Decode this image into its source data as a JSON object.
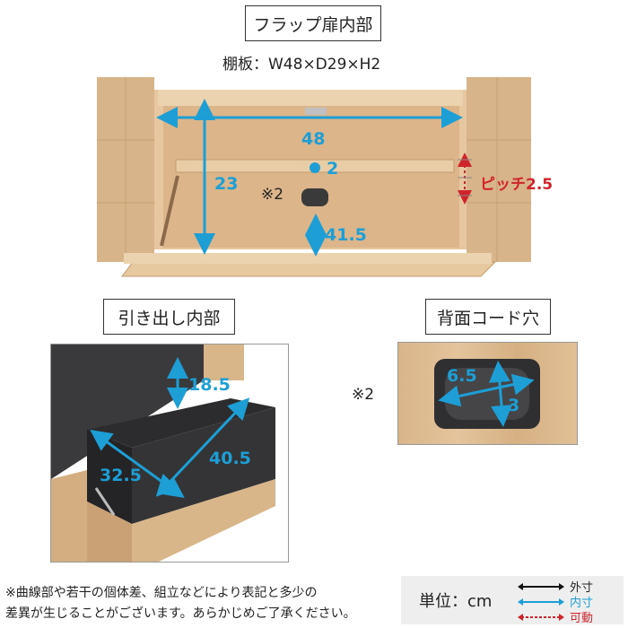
{
  "flap": {
    "title": "フラップ扉内部",
    "shelf_spec": "棚板：W48×D29×H2",
    "dim_width": "48",
    "dim_shelf_thickness": "2",
    "dim_height": "23",
    "note_mark": "※2",
    "dim_bottom": "41.5",
    "pitch_label": "ピッチ2.5"
  },
  "drawer": {
    "title": "引き出し内部",
    "dim_height": "18.5",
    "dim_depth": "40.5",
    "dim_width": "32.5"
  },
  "cord": {
    "title": "背面コード穴",
    "note_mark": "※2",
    "dim_width": "6.5",
    "dim_height": "3"
  },
  "footer": {
    "note_line1": "※曲線部や若干の個体差、組立などにより表記と多少の",
    "note_line2": "差異が生じることがございます。あらかじめご了承ください。",
    "unit_label": "単位：cm",
    "legend": [
      {
        "label": "外寸",
        "color": "#111111"
      },
      {
        "label": "内寸",
        "color": "#1d9fd6"
      },
      {
        "label": "可動",
        "color": "#d0242b"
      }
    ]
  },
  "colors": {
    "inner": "#1d9fd6",
    "movable": "#d0242b",
    "outer": "#111111"
  }
}
